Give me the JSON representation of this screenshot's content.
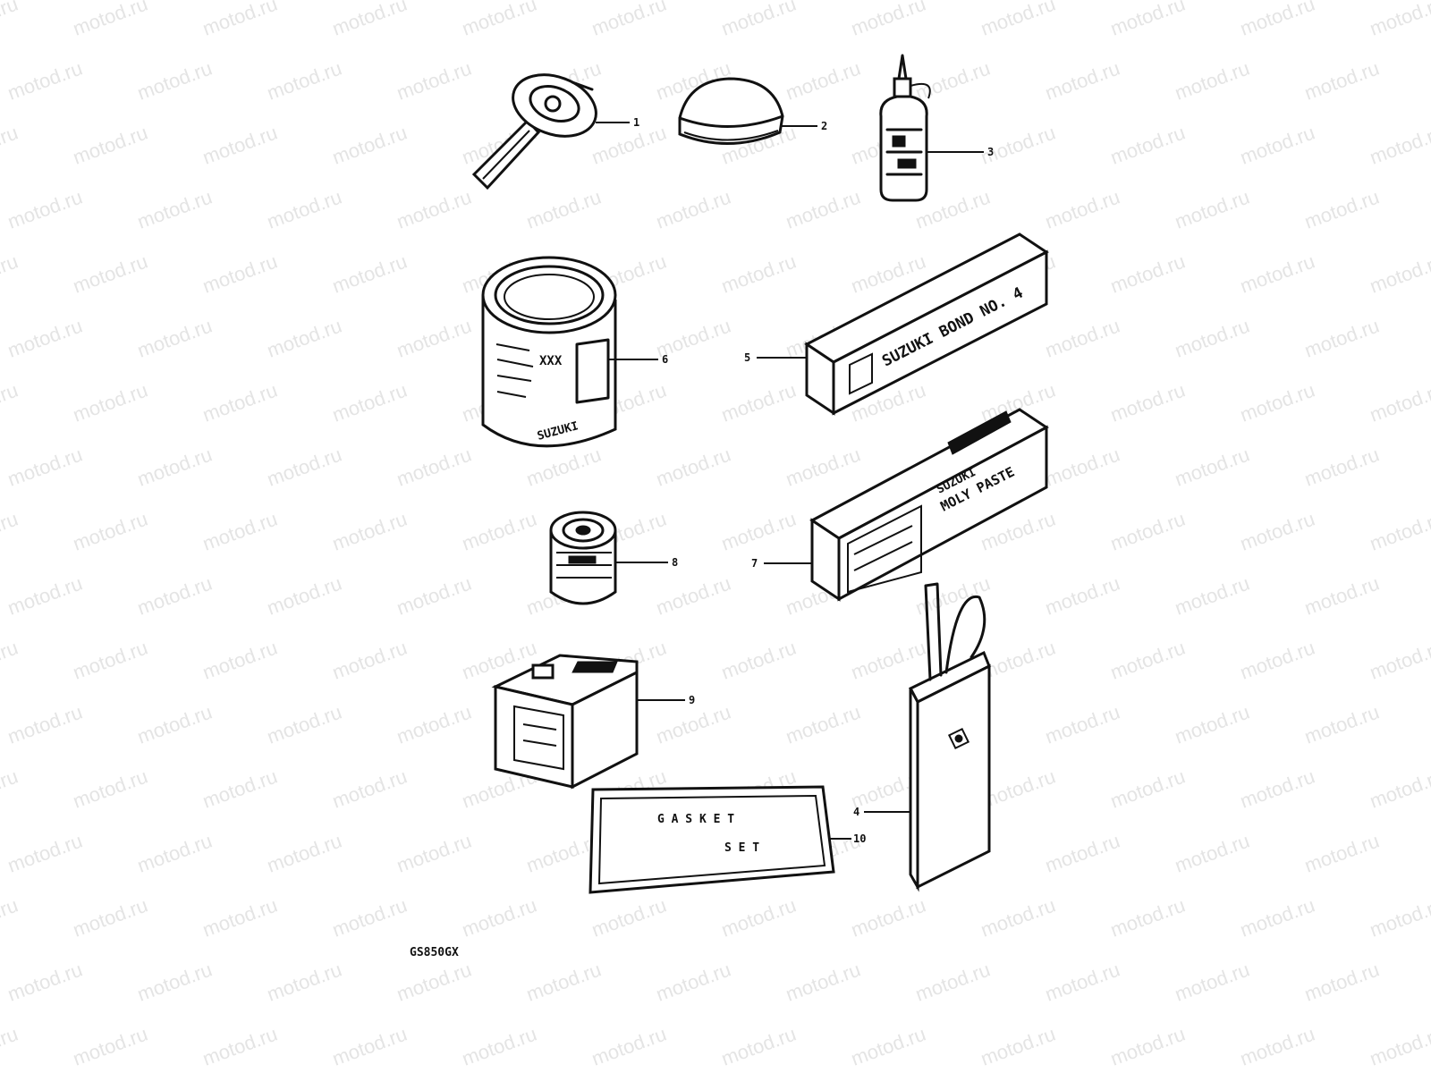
{
  "diagram_code": "GS850GX",
  "watermark": "motod.ru",
  "callouts": [
    "1",
    "2",
    "3",
    "4",
    "5",
    "6",
    "7",
    "8",
    "9",
    "10"
  ],
  "printed_text": {
    "box5": "SUZUKI BOND NO. 4",
    "box7_brand": "SUZUKI",
    "box7_product": "MOLY PASTE",
    "can6": "SUZUKI",
    "gasket_word1": "G A S K E T",
    "gasket_word2": "S E T"
  }
}
